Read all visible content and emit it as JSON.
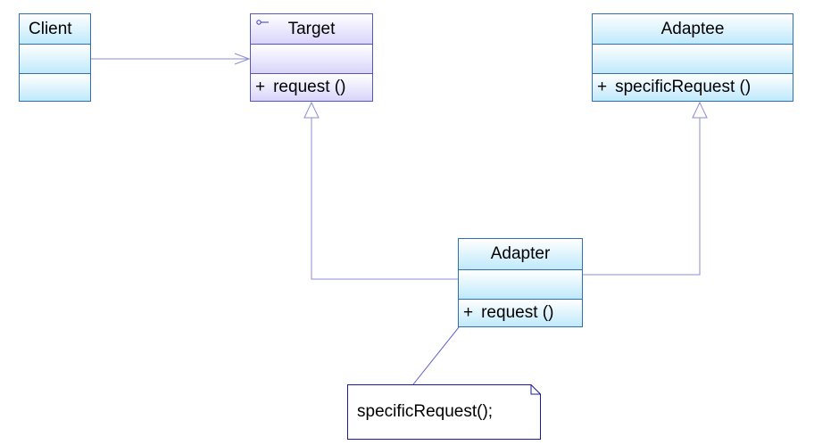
{
  "classes": {
    "client": {
      "name": "Client",
      "operations": []
    },
    "target": {
      "name": "Target",
      "stereotype_icon": "interface-lollipop-icon",
      "operations": [
        {
          "visibility": "+",
          "signature": "request ()"
        }
      ]
    },
    "adaptee": {
      "name": "Adaptee",
      "operations": [
        {
          "visibility": "+",
          "signature": "specificRequest ()"
        }
      ]
    },
    "adapter": {
      "name": "Adapter",
      "operations": [
        {
          "visibility": "+",
          "signature": "request ()"
        }
      ]
    }
  },
  "note": {
    "text": "specificRequest();"
  },
  "relationships": [
    {
      "type": "association",
      "from": "Client",
      "to": "Target"
    },
    {
      "type": "realization",
      "from": "Adapter",
      "to": "Target"
    },
    {
      "type": "generalization",
      "from": "Adapter",
      "to": "Adaptee"
    },
    {
      "type": "note-anchor",
      "from": "note",
      "to": "Adapter.request"
    }
  ],
  "colors": {
    "class_border_blue": "#2f6fb2",
    "class_fill_blue": "#bfe9fb",
    "class_border_purple": "#5757b8",
    "class_fill_purple": "#d9d4fa",
    "connector_line": "#8c8cd8",
    "note_border": "#1a1aa0"
  }
}
